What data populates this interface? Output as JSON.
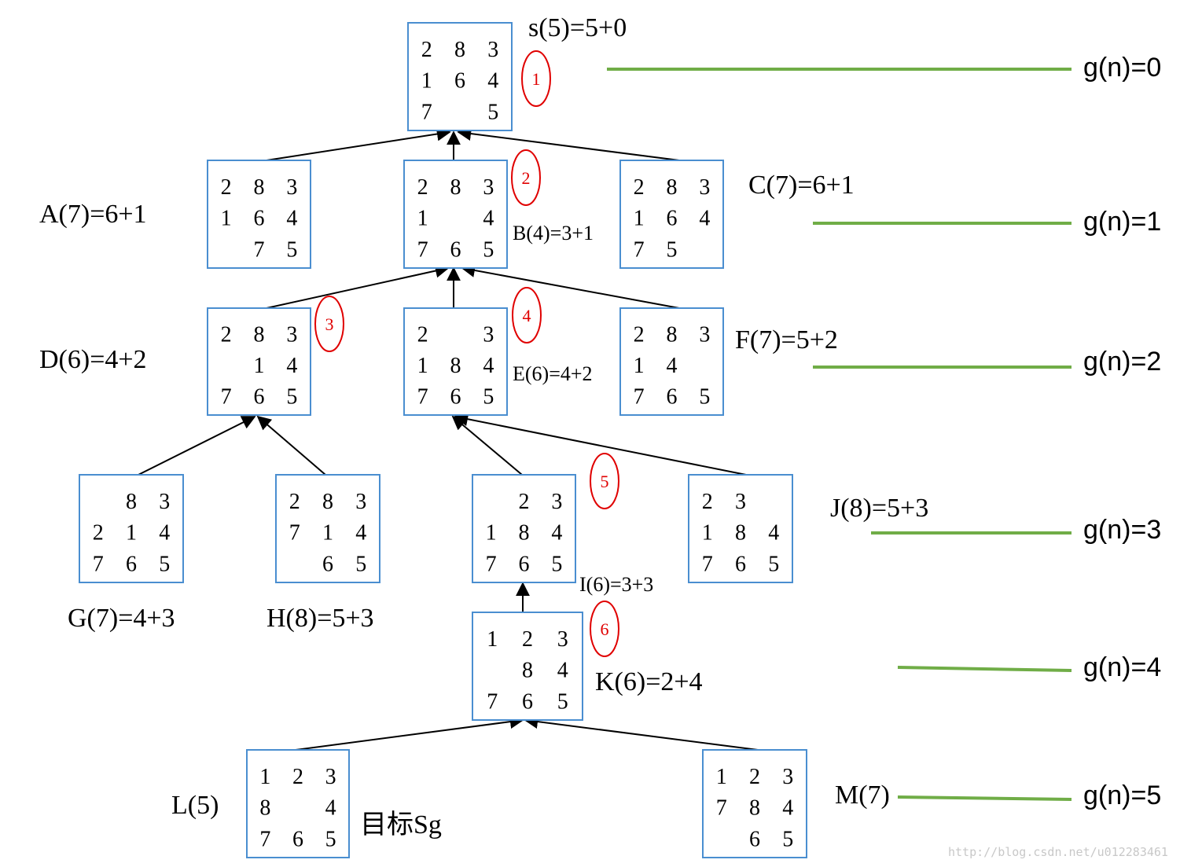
{
  "colors": {
    "box_border": "#4a8ed0",
    "level_line": "#70ad47",
    "step_circle": "#e00000",
    "arrow": "#000000"
  },
  "nodes": [
    {
      "id": "S",
      "grid": [
        [
          "2",
          "8",
          "3"
        ],
        [
          "1",
          "6",
          "4"
        ],
        [
          "7",
          "",
          "5"
        ]
      ],
      "label": "s(5)=5+0"
    },
    {
      "id": "A",
      "grid": [
        [
          "2",
          "8",
          "3"
        ],
        [
          "1",
          "6",
          "4"
        ],
        [
          "",
          "7",
          "5"
        ]
      ],
      "label": "A(7)=6+1"
    },
    {
      "id": "B",
      "grid": [
        [
          "2",
          "8",
          "3"
        ],
        [
          "1",
          "",
          "4"
        ],
        [
          "7",
          "6",
          "5"
        ]
      ],
      "label": "B(4)=3+1"
    },
    {
      "id": "C",
      "grid": [
        [
          "2",
          "8",
          "3"
        ],
        [
          "1",
          "6",
          "4"
        ],
        [
          "7",
          "5",
          ""
        ]
      ],
      "label": "C(7)=6+1"
    },
    {
      "id": "D",
      "grid": [
        [
          "2",
          "8",
          "3"
        ],
        [
          "",
          "1",
          "4"
        ],
        [
          "7",
          "6",
          "5"
        ]
      ],
      "label": "D(6)=4+2"
    },
    {
      "id": "E",
      "grid": [
        [
          "2",
          "",
          "3"
        ],
        [
          "1",
          "8",
          "4"
        ],
        [
          "7",
          "6",
          "5"
        ]
      ],
      "label": "E(6)=4+2"
    },
    {
      "id": "F",
      "grid": [
        [
          "2",
          "8",
          "3"
        ],
        [
          "1",
          "4",
          ""
        ],
        [
          "7",
          "6",
          "5"
        ]
      ],
      "label": "F(7)=5+2"
    },
    {
      "id": "G",
      "grid": [
        [
          "",
          "8",
          "3"
        ],
        [
          "2",
          "1",
          "4"
        ],
        [
          "7",
          "6",
          "5"
        ]
      ],
      "label": "G(7)=4+3"
    },
    {
      "id": "H",
      "grid": [
        [
          "2",
          "8",
          "3"
        ],
        [
          "7",
          "1",
          "4"
        ],
        [
          "",
          "6",
          "5"
        ]
      ],
      "label": "H(8)=5+3"
    },
    {
      "id": "I",
      "grid": [
        [
          "",
          "2",
          "3"
        ],
        [
          "1",
          "8",
          "4"
        ],
        [
          "7",
          "6",
          "5"
        ]
      ],
      "label": "I(6)=3+3"
    },
    {
      "id": "J",
      "grid": [
        [
          "2",
          "3",
          ""
        ],
        [
          "1",
          "8",
          "4"
        ],
        [
          "7",
          "6",
          "5"
        ]
      ],
      "label": "J(8)=5+3"
    },
    {
      "id": "K",
      "grid": [
        [
          "1",
          "2",
          "3"
        ],
        [
          "",
          "8",
          "4"
        ],
        [
          "7",
          "6",
          "5"
        ]
      ],
      "label": "K(6)=2+4"
    },
    {
      "id": "L",
      "grid": [
        [
          "1",
          "2",
          "3"
        ],
        [
          "8",
          "",
          "4"
        ],
        [
          "7",
          "6",
          "5"
        ]
      ],
      "label": "L(5)"
    },
    {
      "id": "M",
      "grid": [
        [
          "1",
          "2",
          "3"
        ],
        [
          "7",
          "8",
          "4"
        ],
        [
          "",
          "6",
          "5"
        ]
      ],
      "label": "M(7)"
    }
  ],
  "goal_label": "目标Sg",
  "steps": [
    "1",
    "2",
    "3",
    "4",
    "5",
    "6"
  ],
  "levels": [
    "g(n)=0",
    "g(n)=1",
    "g(n)=2",
    "g(n)=3",
    "g(n)=4",
    "g(n)=5"
  ],
  "edges": [
    [
      "A",
      "S"
    ],
    [
      "B",
      "S"
    ],
    [
      "C",
      "S"
    ],
    [
      "D",
      "B"
    ],
    [
      "E",
      "B"
    ],
    [
      "F",
      "B"
    ],
    [
      "G",
      "D"
    ],
    [
      "H",
      "D"
    ],
    [
      "I",
      "E"
    ],
    [
      "J",
      "E"
    ],
    [
      "K",
      "I"
    ],
    [
      "L",
      "K"
    ],
    [
      "M",
      "K"
    ]
  ],
  "watermark": "http://blog.csdn.net/u012283461"
}
